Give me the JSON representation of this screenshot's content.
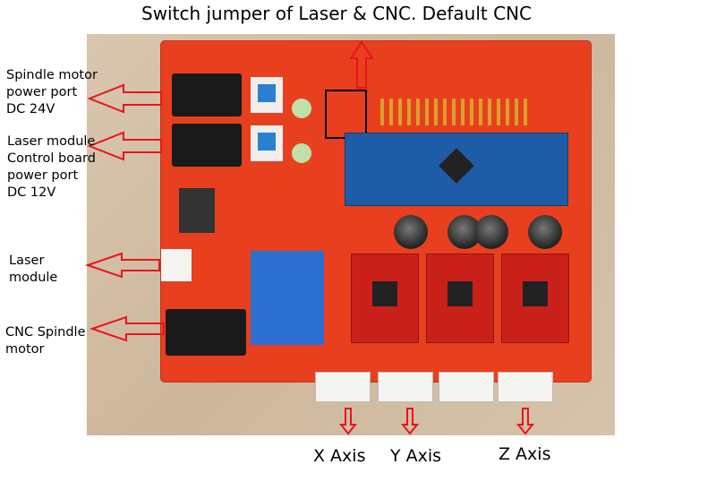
{
  "title": "Switch jumper of Laser & CNC.  Default CNC",
  "labels": {
    "spindle_power": "Spindle motor\npower port\nDC 24V",
    "laser_power": "Laser module\nControl board\npower port\nDC 12V",
    "laser_module": "Laser\nmodule",
    "cnc_spindle": "CNC Spindle\nmotor"
  },
  "axes": {
    "x": "X Axis",
    "y": "Y Axis",
    "z": "Z Axis"
  },
  "colors": {
    "arrow": "#e8141c",
    "board": "#e8401f"
  }
}
